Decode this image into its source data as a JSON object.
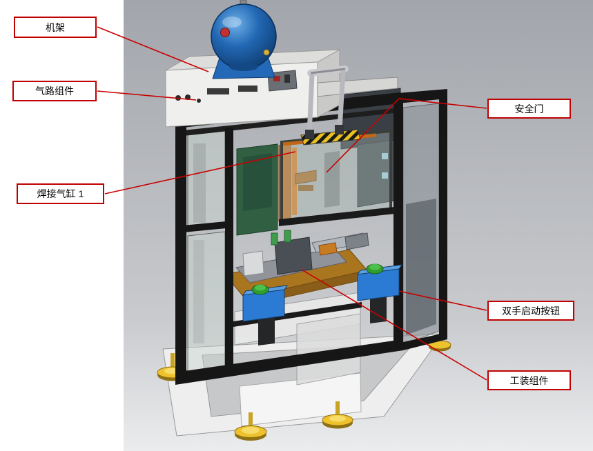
{
  "callouts": [
    {
      "id": "frame",
      "text": "机架"
    },
    {
      "id": "pneumatic-assembly",
      "text": "气路组件"
    },
    {
      "id": "welding-cylinder-1",
      "text": "焊接气缸 1"
    },
    {
      "id": "safety-door",
      "text": "安全门"
    },
    {
      "id": "two-hand-start",
      "text": "双手启动按钮"
    },
    {
      "id": "tooling-assembly",
      "text": "工装组件"
    }
  ],
  "style": {
    "callout_border_color": "#c00000",
    "leader_line_color": "#c80000",
    "callout_background": "#ffffff",
    "callout_text_color": "#000000",
    "viewport_gradient_top": "#a2a5ab",
    "viewport_gradient_bottom": "#ebecee"
  },
  "machine_colors": {
    "frame_black": "#161616",
    "air_tank_blue": "#2268b4",
    "button_box_blue": "#2b7bd4",
    "start_button_green": "#2f9e2f",
    "leveling_foot_gold": "#eec22d",
    "fixture_plate_orange": "#aa751f",
    "electrical_cabinet_white": "#efefed"
  }
}
